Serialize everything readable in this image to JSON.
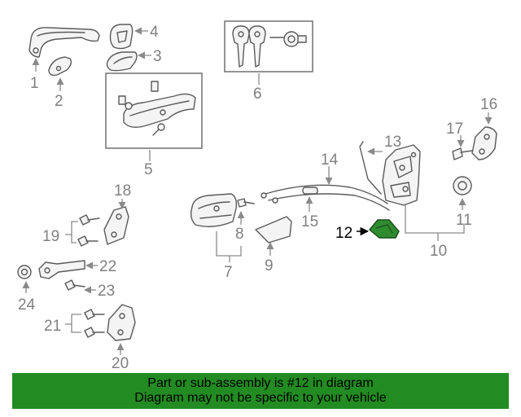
{
  "diagram": {
    "callouts": [
      "1",
      "2",
      "3",
      "4",
      "5",
      "6",
      "7",
      "8",
      "9",
      "10",
      "11",
      "12",
      "13",
      "14",
      "15",
      "16",
      "17",
      "18",
      "19",
      "20",
      "21",
      "22",
      "23",
      "24"
    ],
    "highlighted_part": "12",
    "highlight_color": "#2e8b2e"
  },
  "banner": {
    "line1": "Part or sub-assembly is #12 in diagram",
    "line2": "Diagram may not be specific to your vehicle",
    "background": "#228b22"
  }
}
